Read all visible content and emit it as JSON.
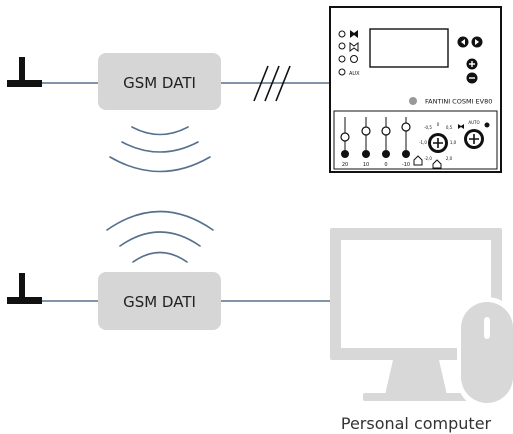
{
  "modem_top": {
    "label": "GSM DATI"
  },
  "modem_bottom": {
    "label": "GSM DATI"
  },
  "controller": {
    "brand": "FANTINI COSMI EV80",
    "aux_label": "AUX",
    "slider_values": [
      "20",
      "10",
      "0",
      "-10"
    ],
    "dial_left_ticks": [
      "0",
      "-0,5",
      "0,5",
      "-1,0",
      "1,0",
      "-2,0",
      "2,0"
    ],
    "dial_right_label": "AUTO"
  },
  "computer": {
    "caption": "Personal computer"
  },
  "colors": {
    "modem_fill": "#d6d6d6",
    "line": "#56708e",
    "wave": "#56708e",
    "computer": "#d8d8d8",
    "ink": "#111111"
  }
}
